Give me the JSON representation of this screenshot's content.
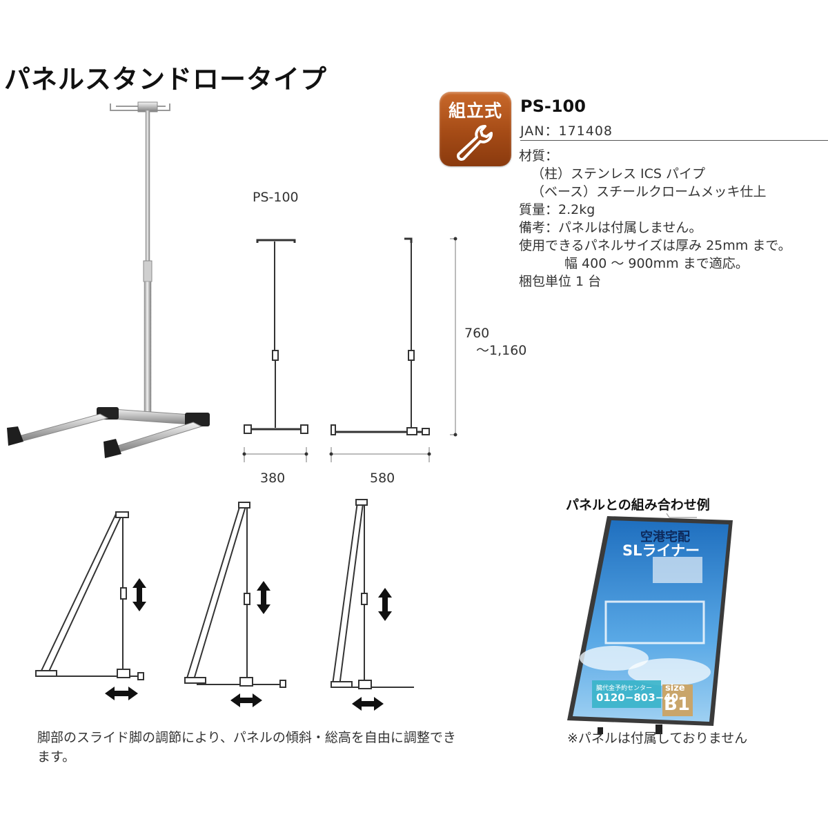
{
  "title": "パネルスタンドロータイプ",
  "badge": {
    "label": "組立式",
    "icon": "wrench-icon"
  },
  "product": {
    "model": "PS-100",
    "jan": "JAN：171408"
  },
  "specs": [
    "材質：",
    "（柱）ステンレス ICS パイプ",
    "（ベース）スチールクロームメッキ仕上",
    "質量：2.2kg",
    "備考：パネルは付属しません。",
    "使用できるパネルサイズは厚み 25mm まで。",
    "幅 400 〜 900mm まで適応。",
    "梱包単位 1 台"
  ],
  "diagram": {
    "model_label": "PS-100",
    "width_front": "380",
    "width_side": "580",
    "height_min": "760",
    "height_max": "〜1,160"
  },
  "caption": "脚部のスライド脚の調節により、パネルの傾斜・総高を自由に調整できます。",
  "combo": {
    "title": "パネルとの組み合わせ例",
    "note": "※パネルは付属しておりません",
    "poster": {
      "heading": "空港宅配",
      "brand": "SLライナー",
      "phone_label": "臓代金予約センター",
      "phone": "0120−803−40",
      "size_label": "size",
      "size": "B1"
    }
  },
  "colors": {
    "badge": "#a54b16",
    "poster_bg": "#2f7fc4",
    "poster_frame": "#3a3a3a"
  }
}
